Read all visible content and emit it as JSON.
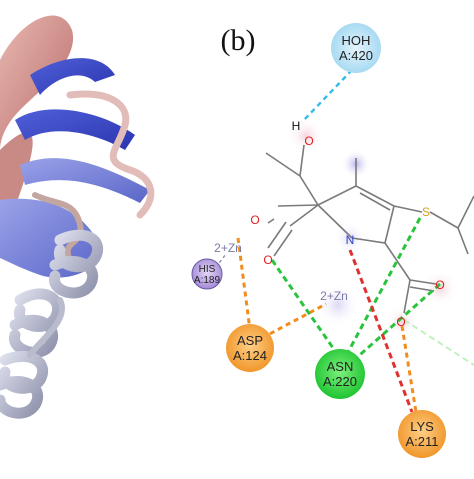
{
  "panel_label": "(b)",
  "colors": {
    "water": "#bfe3f5",
    "his": "#c9b6e8",
    "asp": "#f5a640",
    "asn": "#34d44c",
    "lys": "#f5a640",
    "hbond_cyan": "#35b9e9",
    "hbond_green": "#29c43b",
    "salt_bridge_orange": "#f28c1e",
    "clash_red": "#e03030"
  },
  "residues": {
    "hoh": {
      "name": "HOH",
      "id": "A:420"
    },
    "his": {
      "name": "HIS",
      "id": "A:189"
    },
    "asp": {
      "name": "ASP",
      "id": "A:124"
    },
    "asn": {
      "name": "ASN",
      "id": "A:220"
    },
    "lys": {
      "name": "LYS",
      "id": "A:211"
    }
  },
  "atoms": {
    "h": "H",
    "o_hydroxyl": "O",
    "o_carboxyl": "O",
    "o_carbonyl": "O",
    "o_carboxyl2": "O",
    "n_ring": "N",
    "s_thio": "S"
  },
  "ions": {
    "zn_left": "2+Zn",
    "zn_center": "2+Zn"
  }
}
